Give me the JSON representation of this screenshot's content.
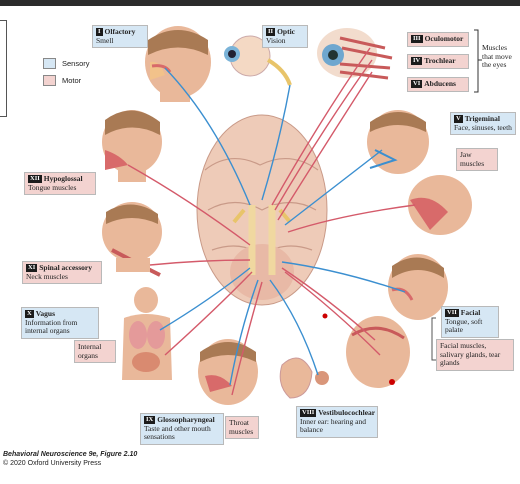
{
  "legend": {
    "sensory": "Sensory",
    "motor": "Motor"
  },
  "colors": {
    "sensory": "#d6e7f4",
    "motor": "#f3d3d0",
    "nerve_blue": "#3b8fd0",
    "nerve_red": "#d45a6a",
    "skin": "#e9b89a"
  },
  "nerves": {
    "olfactory": {
      "num": "I",
      "name": "Olfactory",
      "desc": "Smell"
    },
    "optic": {
      "num": "II",
      "name": "Optic",
      "desc": "Vision"
    },
    "oculomotor": {
      "num": "III",
      "name": "Oculomotor"
    },
    "trochlear": {
      "num": "IV",
      "name": "Trochlear"
    },
    "abducens": {
      "num": "VI",
      "name": "Abducens"
    },
    "eye_muscles": "Muscles that move the eyes",
    "trigeminal": {
      "num": "V",
      "name": "Trigeminal",
      "desc": "Face, sinuses, teeth"
    },
    "jaw_muscles": "Jaw muscles",
    "hypoglossal": {
      "num": "XII",
      "name": "Hypoglossal",
      "desc": "Tongue muscles"
    },
    "spinal_accessory": {
      "num": "XI",
      "name": "Spinal accessory",
      "desc": "Neck muscles"
    },
    "vagus": {
      "num": "X",
      "name": "Vagus",
      "desc": "Information from internal organs"
    },
    "internal_organs": "Internal organs",
    "facial": {
      "num": "VII",
      "name": "Facial",
      "desc": "Tongue, soft palate"
    },
    "facial_muscles": "Facial muscles, salivary glands, tear glands",
    "glossopharyngeal": {
      "num": "IX",
      "name": "Glossopharyngeal",
      "desc": "Taste and other mouth sensations"
    },
    "throat_muscles": "Throat muscles",
    "vestibulocochlear": {
      "num": "VIII",
      "name": "Vestibulocochlear",
      "desc": "Inner ear: hearing and balance"
    }
  },
  "credit": {
    "title": "Behavioral Neuroscience 9e, Figure 2.10",
    "copyright": "© 2020 Oxford University Press"
  }
}
